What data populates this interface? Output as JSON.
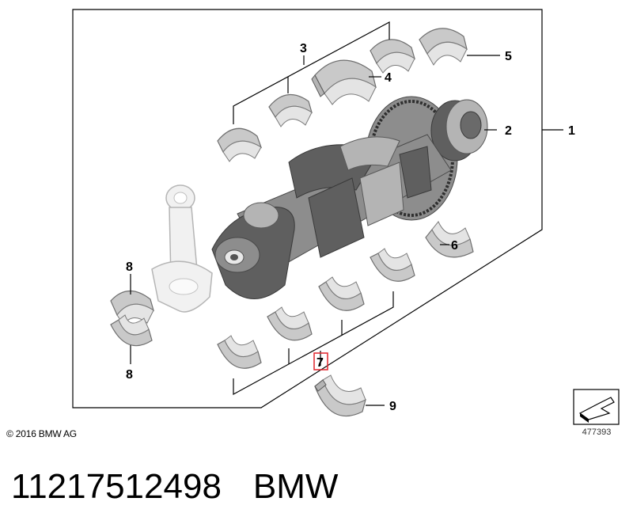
{
  "diagram": {
    "callouts": [
      {
        "id": "1",
        "label": "1"
      },
      {
        "id": "2",
        "label": "2"
      },
      {
        "id": "3",
        "label": "3"
      },
      {
        "id": "4",
        "label": "4"
      },
      {
        "id": "5",
        "label": "5"
      },
      {
        "id": "6",
        "label": "6"
      },
      {
        "id": "7",
        "label": "7"
      },
      {
        "id": "8a",
        "label": "8"
      },
      {
        "id": "8b",
        "label": "8"
      },
      {
        "id": "9",
        "label": "9"
      }
    ],
    "highlight_color": "#e0242b"
  },
  "copyright": "© 2016 BMW AG",
  "reference_number": "477393",
  "footer": {
    "part_number": "11217512498",
    "brand": "BMW"
  }
}
